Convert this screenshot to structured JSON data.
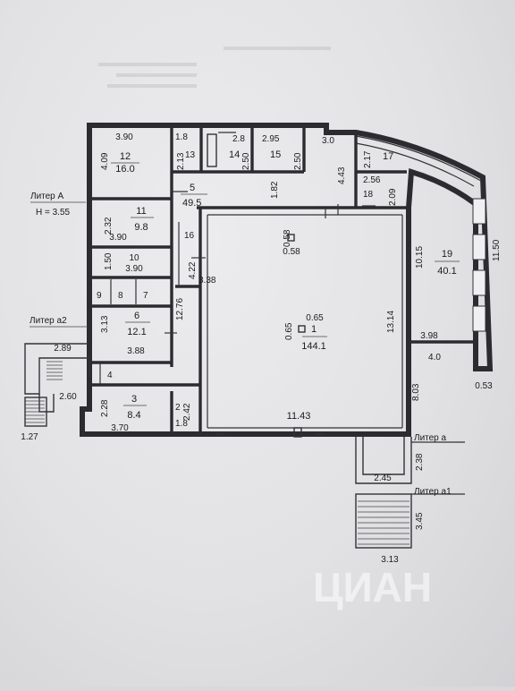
{
  "litera": {
    "a_title": "Литер А",
    "a_height": "H = 3.55",
    "a2": "Литер а2",
    "a": "Литер а",
    "a1": "Литер а1"
  },
  "rooms": [
    {
      "id": "room-1",
      "num": "1",
      "area": "144.1"
    },
    {
      "id": "room-2",
      "num": "2",
      "area": "1.8"
    },
    {
      "id": "room-3",
      "num": "3",
      "area": "8.4"
    },
    {
      "id": "room-4",
      "num": "4",
      "area": ""
    },
    {
      "id": "room-5",
      "num": "5",
      "area": "49.5"
    },
    {
      "id": "room-6",
      "num": "6",
      "area": "12.1"
    },
    {
      "id": "room-7",
      "num": "7",
      "area": ""
    },
    {
      "id": "room-8",
      "num": "8",
      "area": ""
    },
    {
      "id": "room-9",
      "num": "9",
      "area": ""
    },
    {
      "id": "room-10",
      "num": "10",
      "area": ""
    },
    {
      "id": "room-11",
      "num": "11",
      "area": "9.8"
    },
    {
      "id": "room-12",
      "num": "12",
      "area": "16.0"
    },
    {
      "id": "room-13",
      "num": "13",
      "area": ""
    },
    {
      "id": "room-14",
      "num": "14",
      "area": ""
    },
    {
      "id": "room-15",
      "num": "15",
      "area": ""
    },
    {
      "id": "room-16",
      "num": "16",
      "area": ""
    },
    {
      "id": "room-17",
      "num": "17",
      "area": ""
    },
    {
      "id": "room-18",
      "num": "18",
      "area": ""
    },
    {
      "id": "room-19",
      "num": "19",
      "area": "40.1"
    }
  ],
  "dimensions": {
    "d_3_90_top": "3.90",
    "d_1_8": "1.8",
    "d_2_8": "2.8",
    "d_2_95": "2.95",
    "d_3_0": "3.0",
    "d_2_17": "2.17",
    "d_4_09": "4.09",
    "d_2_13": "2.13",
    "d_2_50_a": "2.50",
    "d_2_50_b": "2.50",
    "d_4_43": "4.43",
    "d_2_56": "2.56",
    "d_2_09": "2.09",
    "d_1_82": "1.82",
    "d_2_32": "2.32",
    "d_3_90_mid": "3.90",
    "d_0_58_a": "0.58",
    "d_0_58_b": "0.58",
    "d_4_22": "4.22",
    "d_3_38": "3.38",
    "d_1_50": "1.50",
    "d_3_90_low": "3.90",
    "d_12_76": "12.76",
    "d_10_15": "10.15",
    "d_11_50": "11.50",
    "d_13_14": "13.14",
    "d_0_65_a": "0.65",
    "d_0_65_b": "0.65",
    "d_3_13": "3.13",
    "d_3_88": "3.88",
    "d_2_89": "2.89",
    "d_3_98": "3.98",
    "d_4_0": "4.0",
    "d_0_53": "0.53",
    "d_8_03": "8.03",
    "d_2_60": "2.60",
    "d_2_28": "2.28",
    "d_2_42": "2.42",
    "d_3_70": "3.70",
    "d_11_43": "11.43",
    "d_1_27": "1.27",
    "d_2_38": "2.38",
    "d_2_45": "2.45",
    "d_3_45": "3.45",
    "d_3_13_b": "3.13"
  },
  "watermark": "ЦИАН"
}
